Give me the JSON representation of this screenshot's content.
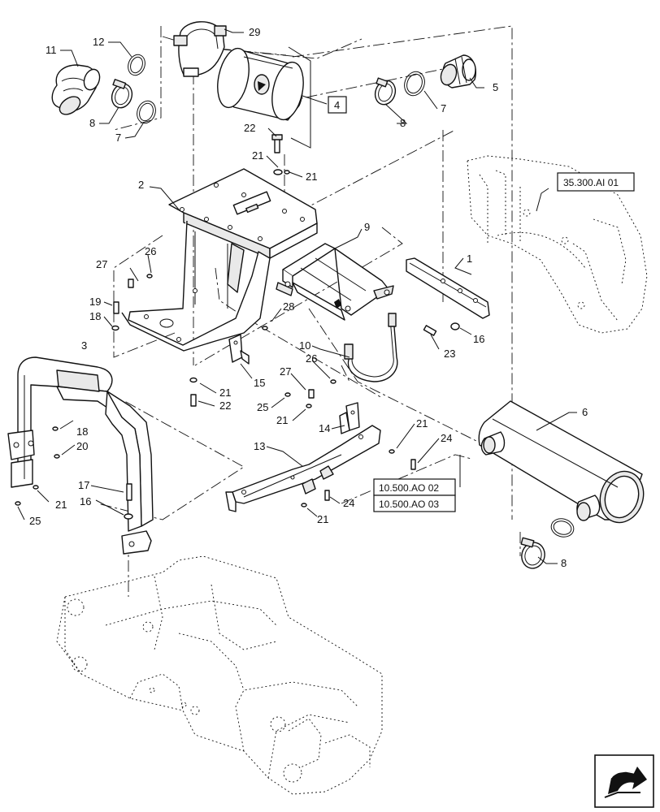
{
  "callouts": {
    "c1": "1",
    "c2": "2",
    "c3": "3",
    "c4": "4",
    "c5": "5",
    "c6": "6",
    "c7a": "7",
    "c7b": "7",
    "c8a": "8",
    "c8b": "8",
    "c8c": "8",
    "c9": "9",
    "c10": "10",
    "c11": "11",
    "c12": "12",
    "c13": "13",
    "c14": "14",
    "c15": "15",
    "c16a": "16",
    "c16b": "16",
    "c17": "17",
    "c18a": "18",
    "c18b": "18",
    "c19": "19",
    "c20": "20",
    "c21a": "21",
    "c21b": "21",
    "c21c": "21",
    "c21d": "21",
    "c21e": "21",
    "c21f": "21",
    "c21g": "21",
    "c22a": "22",
    "c22b": "22",
    "c23": "23",
    "c24a": "24",
    "c24b": "24",
    "c25a": "25",
    "c25b": "25",
    "c26a": "26",
    "c26b": "26",
    "c27a": "27",
    "c27b": "27",
    "c28": "28",
    "c29": "29"
  },
  "references": {
    "ref_35300": "35.300.AI 01",
    "ref_10500_02": "10.500.AO 02",
    "ref_10500_03": "10.500.AO 03"
  },
  "icons": {
    "next_page": "arrow-icon"
  }
}
